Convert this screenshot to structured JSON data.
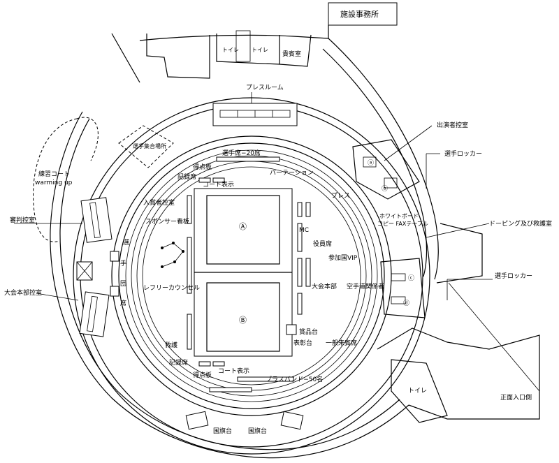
{
  "labels": {
    "facility_office": "施設事務所",
    "toilet_1": "トイレ",
    "toilet_2": "トイレ",
    "guest_room": "貴賓室",
    "press_room": "プレスルーム",
    "performer_room": "出演者控室",
    "player_assembly": "選手集合場所",
    "player_locker_top": "選手ロッカー",
    "player_seats_20": "選手席−20席",
    "scoreboard_top": "得点板",
    "partition": "パーテーション",
    "practice_court": "練習コート",
    "warming_up": "warming up",
    "record_seat_top": "記録席",
    "court_display_top": "コート表示",
    "press": "プレス",
    "white_board": "ホワイトボード",
    "copy_fax": "コピー FAXテーブル",
    "doping": "ドーピング及び救護室",
    "entrant_room": "入賞者控室",
    "sponsor_board": "スポンサー看板",
    "mc": "MC",
    "officials": "役員席",
    "referee_room": "審判控室",
    "vip": "参加国VIP",
    "player_seat_v1": "選",
    "player_seat_v2": "手",
    "player_seat_v3": "団",
    "player_seat_v4": "席",
    "referee_counsel": "レフリーカウンセル",
    "hq": "大会本部",
    "player_locker_right": "選手ロッカー",
    "karate_staff": "空手道関係者",
    "hq_room": "大会本部控室",
    "prize_table": "賞品台",
    "award_podium": "表彰台",
    "general_seats": "一般来賓席",
    "rescue": "救護",
    "record_seat_bottom": "記録席",
    "scoreboard_bottom": "得点板",
    "court_display_bottom": "コート表示",
    "brass_band": "ブラスバンド−50名",
    "flag_stand_left": "国旗台",
    "flag_stand_right": "国旗台",
    "toilet_3": "トイレ",
    "main_entrance": "正面入口側",
    "court_a": "Ⓐ",
    "court_b": "Ⓑ",
    "locker_a": "ⓐ",
    "locker_b": "ⓑ",
    "locker_c": "ⓒ",
    "locker_d": "ⓓ"
  }
}
